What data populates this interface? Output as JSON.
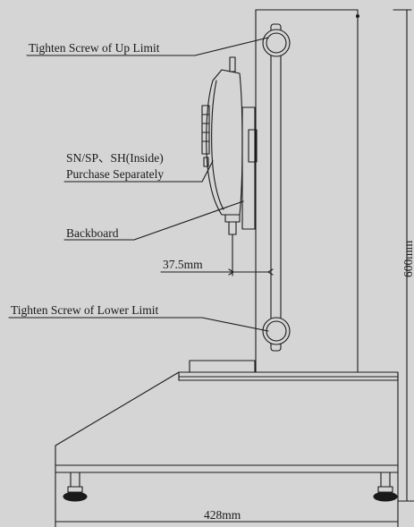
{
  "labels": {
    "up_limit": "Tighten Screw of Up Limit",
    "gauge_line1": "SN/SP、SH(Inside)",
    "gauge_line2": "Purchase Separately",
    "backboard": "Backboard",
    "offset": "37.5mm",
    "lower_limit": "Tighten Screw of Lower Limit",
    "height": "600mm",
    "width": "428mm"
  },
  "colors": {
    "background": "#d5d5d5",
    "line": "#1a1a1a"
  }
}
